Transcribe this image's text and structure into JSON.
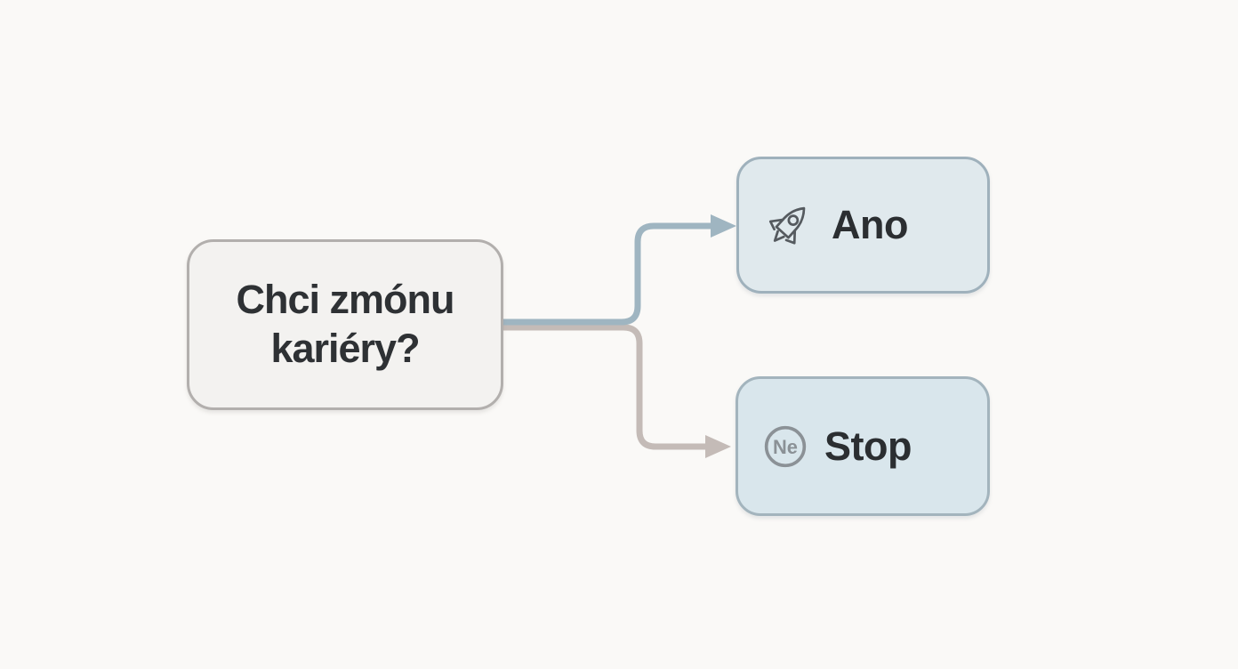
{
  "diagram": {
    "question_node": {
      "label": "Chci zmónu kariéry?"
    },
    "yes_node": {
      "label": "Ano",
      "icon": "rocket-icon"
    },
    "no_node": {
      "label": "Stop",
      "icon": "ne-circle-icon",
      "icon_text": "Ne"
    },
    "colors": {
      "background": "#faf9f7",
      "question_fill": "#f3f2f0",
      "question_border": "#b2afad",
      "yes_fill": "#e0e9ed",
      "yes_border": "#9fb1bc",
      "no_fill": "#d9e6ec",
      "no_border": "#a3b4bd",
      "yes_connector": "#9fb5c1",
      "no_connector": "#c4bbb7",
      "label_text": "#2b2e31",
      "icon_gray": "#8b9196",
      "rocket_stroke": "#555a5f"
    }
  }
}
